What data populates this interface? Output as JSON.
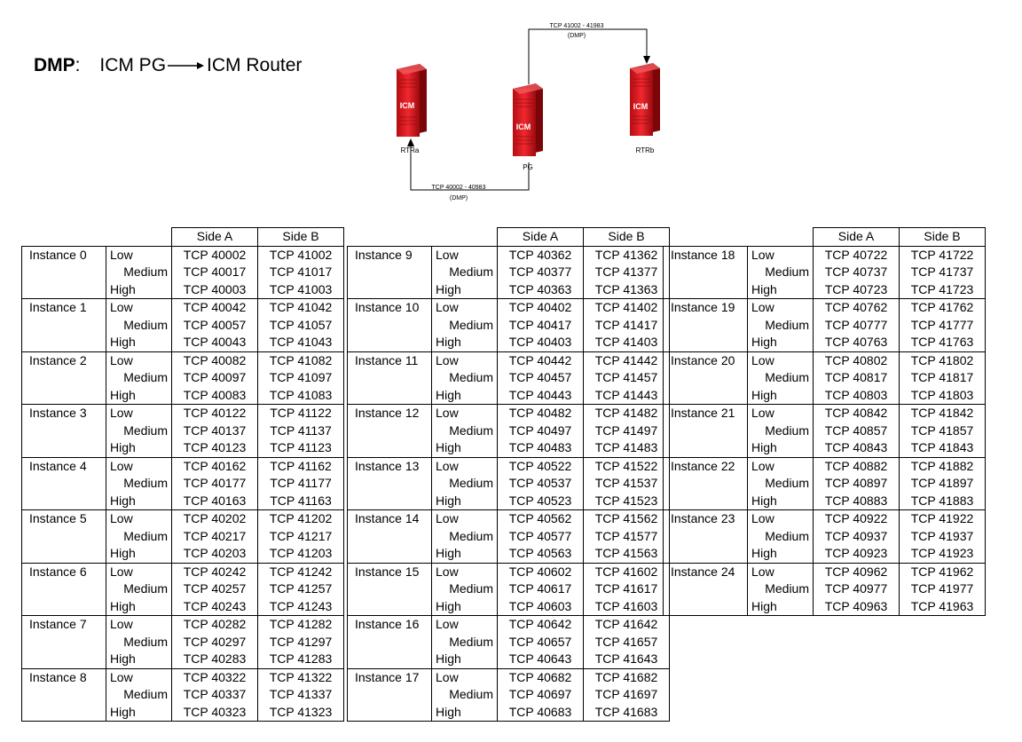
{
  "heading": {
    "bold": "DMP",
    "colon": ":",
    "from": "ICM PG",
    "to": "ICM Router"
  },
  "diagram": {
    "servers": [
      {
        "id": "rtra",
        "logo": "ICM",
        "label": "RTRa"
      },
      {
        "id": "pg",
        "logo": "ICM",
        "label": "PG"
      },
      {
        "id": "rtrb",
        "logo": "ICM",
        "label": "RTRb"
      }
    ],
    "links": [
      {
        "id": "pg-to-rtrb",
        "ports": "TCP 41002 - 41983",
        "protocol": "(DMP)"
      },
      {
        "id": "pg-to-rtra",
        "ports": "TCP 40002 - 40983",
        "protocol": "(DMP)"
      }
    ],
    "server_color": "#e8232a"
  },
  "table": {
    "side_a_header": "Side A",
    "side_b_header": "Side B",
    "priority_labels": [
      "Low",
      "Medium",
      "High"
    ],
    "columns": [
      [
        {
          "name": "Instance 0",
          "a": [
            "TCP 40002",
            "TCP 40017",
            "TCP 40003"
          ],
          "b": [
            "TCP 41002",
            "TCP 41017",
            "TCP 41003"
          ]
        },
        {
          "name": "Instance 1",
          "a": [
            "TCP 40042",
            "TCP 40057",
            "TCP 40043"
          ],
          "b": [
            "TCP 41042",
            "TCP 41057",
            "TCP 41043"
          ]
        },
        {
          "name": "Instance 2",
          "a": [
            "TCP 40082",
            "TCP 40097",
            "TCP 40083"
          ],
          "b": [
            "TCP 41082",
            "TCP 41097",
            "TCP 41083"
          ]
        },
        {
          "name": "Instance 3",
          "a": [
            "TCP 40122",
            "TCP 40137",
            "TCP 40123"
          ],
          "b": [
            "TCP 41122",
            "TCP 41137",
            "TCP 41123"
          ]
        },
        {
          "name": "Instance 4",
          "a": [
            "TCP 40162",
            "TCP 40177",
            "TCP 40163"
          ],
          "b": [
            "TCP 41162",
            "TCP 41177",
            "TCP 41163"
          ]
        },
        {
          "name": "Instance 5",
          "a": [
            "TCP 40202",
            "TCP 40217",
            "TCP 40203"
          ],
          "b": [
            "TCP 41202",
            "TCP 41217",
            "TCP 41203"
          ]
        },
        {
          "name": "Instance 6",
          "a": [
            "TCP 40242",
            "TCP 40257",
            "TCP 40243"
          ],
          "b": [
            "TCP 41242",
            "TCP 41257",
            "TCP 41243"
          ]
        },
        {
          "name": "Instance 7",
          "a": [
            "TCP 40282",
            "TCP 40297",
            "TCP 40283"
          ],
          "b": [
            "TCP 41282",
            "TCP 41297",
            "TCP 41283"
          ]
        },
        {
          "name": "Instance 8",
          "a": [
            "TCP 40322",
            "TCP 40337",
            "TCP 40323"
          ],
          "b": [
            "TCP 41322",
            "TCP 41337",
            "TCP 41323"
          ]
        }
      ],
      [
        {
          "name": "Instance 9",
          "a": [
            "TCP 40362",
            "TCP 40377",
            "TCP 40363"
          ],
          "b": [
            "TCP 41362",
            "TCP 41377",
            "TCP 41363"
          ]
        },
        {
          "name": "Instance 10",
          "a": [
            "TCP 40402",
            "TCP 40417",
            "TCP 40403"
          ],
          "b": [
            "TCP 41402",
            "TCP 41417",
            "TCP 41403"
          ]
        },
        {
          "name": "Instance 11",
          "a": [
            "TCP 40442",
            "TCP 40457",
            "TCP 40443"
          ],
          "b": [
            "TCP 41442",
            "TCP 41457",
            "TCP 41443"
          ]
        },
        {
          "name": "Instance 12",
          "a": [
            "TCP 40482",
            "TCP 40497",
            "TCP 40483"
          ],
          "b": [
            "TCP 41482",
            "TCP 41497",
            "TCP 41483"
          ]
        },
        {
          "name": "Instance 13",
          "a": [
            "TCP 40522",
            "TCP 40537",
            "TCP 40523"
          ],
          "b": [
            "TCP 41522",
            "TCP 41537",
            "TCP 41523"
          ]
        },
        {
          "name": "Instance 14",
          "a": [
            "TCP 40562",
            "TCP 40577",
            "TCP 40563"
          ],
          "b": [
            "TCP 41562",
            "TCP 41577",
            "TCP 41563"
          ]
        },
        {
          "name": "Instance 15",
          "a": [
            "TCP 40602",
            "TCP 40617",
            "TCP 40603"
          ],
          "b": [
            "TCP 41602",
            "TCP 41617",
            "TCP 41603"
          ]
        },
        {
          "name": "Instance 16",
          "a": [
            "TCP 40642",
            "TCP 40657",
            "TCP 40643"
          ],
          "b": [
            "TCP 41642",
            "TCP 41657",
            "TCP 41643"
          ]
        },
        {
          "name": "Instance 17",
          "a": [
            "TCP 40682",
            "TCP 40697",
            "TCP 40683"
          ],
          "b": [
            "TCP 41682",
            "TCP 41697",
            "TCP 41683"
          ]
        }
      ],
      [
        {
          "name": "Instance 18",
          "a": [
            "TCP 40722",
            "TCP 40737",
            "TCP 40723"
          ],
          "b": [
            "TCP 41722",
            "TCP 41737",
            "TCP 41723"
          ]
        },
        {
          "name": "Instance 19",
          "a": [
            "TCP 40762",
            "TCP 40777",
            "TCP 40763"
          ],
          "b": [
            "TCP 41762",
            "TCP 41777",
            "TCP 41763"
          ]
        },
        {
          "name": "Instance 20",
          "a": [
            "TCP 40802",
            "TCP 40817",
            "TCP 40803"
          ],
          "b": [
            "TCP 41802",
            "TCP 41817",
            "TCP 41803"
          ]
        },
        {
          "name": "Instance 21",
          "a": [
            "TCP 40842",
            "TCP 40857",
            "TCP 40843"
          ],
          "b": [
            "TCP 41842",
            "TCP 41857",
            "TCP 41843"
          ]
        },
        {
          "name": "Instance 22",
          "a": [
            "TCP 40882",
            "TCP 40897",
            "TCP 40883"
          ],
          "b": [
            "TCP 41882",
            "TCP 41897",
            "TCP 41883"
          ]
        },
        {
          "name": "Instance 23",
          "a": [
            "TCP 40922",
            "TCP 40937",
            "TCP 40923"
          ],
          "b": [
            "TCP 41922",
            "TCP 41937",
            "TCP 41923"
          ]
        },
        {
          "name": "Instance 24",
          "a": [
            "TCP 40962",
            "TCP 40977",
            "TCP 40963"
          ],
          "b": [
            "TCP 41962",
            "TCP 41977",
            "TCP 41963"
          ]
        }
      ]
    ]
  }
}
